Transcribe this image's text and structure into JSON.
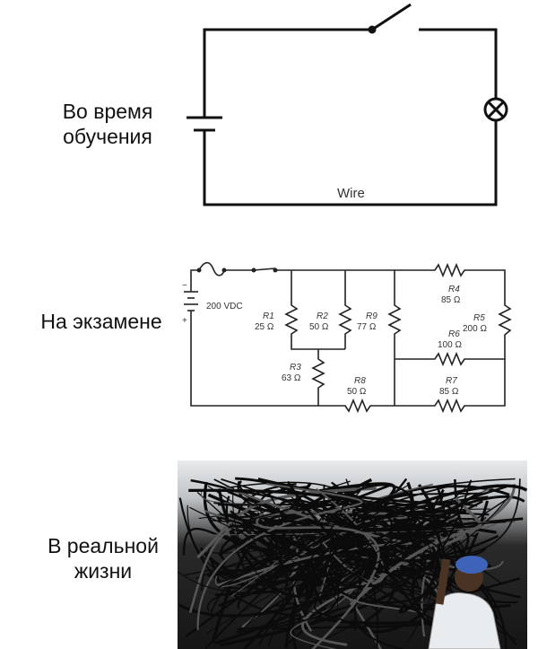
{
  "rows": [
    {
      "label_line1": "Во время",
      "label_line2": "обучения"
    },
    {
      "label_line1": "На экзамене"
    },
    {
      "label_line1": "В реальной",
      "label_line2": "жизни"
    }
  ],
  "simple_circuit": {
    "wire_label": "Wire"
  },
  "complex_circuit": {
    "source": "200 VDC",
    "minus": "−",
    "plus": "+",
    "resistors": [
      {
        "name": "R1",
        "value": "25 Ω"
      },
      {
        "name": "R2",
        "value": "50 Ω"
      },
      {
        "name": "R9",
        "value": "77 Ω"
      },
      {
        "name": "R3",
        "value": "63 Ω"
      },
      {
        "name": "R8",
        "value": "50 Ω"
      },
      {
        "name": "R4",
        "value": "85 Ω"
      },
      {
        "name": "R5",
        "value": "200 Ω"
      },
      {
        "name": "R6",
        "value": "100 Ω"
      },
      {
        "name": "R7",
        "value": "85 Ω"
      }
    ]
  },
  "colors": {
    "wire": "#111111",
    "text": "#111111"
  }
}
